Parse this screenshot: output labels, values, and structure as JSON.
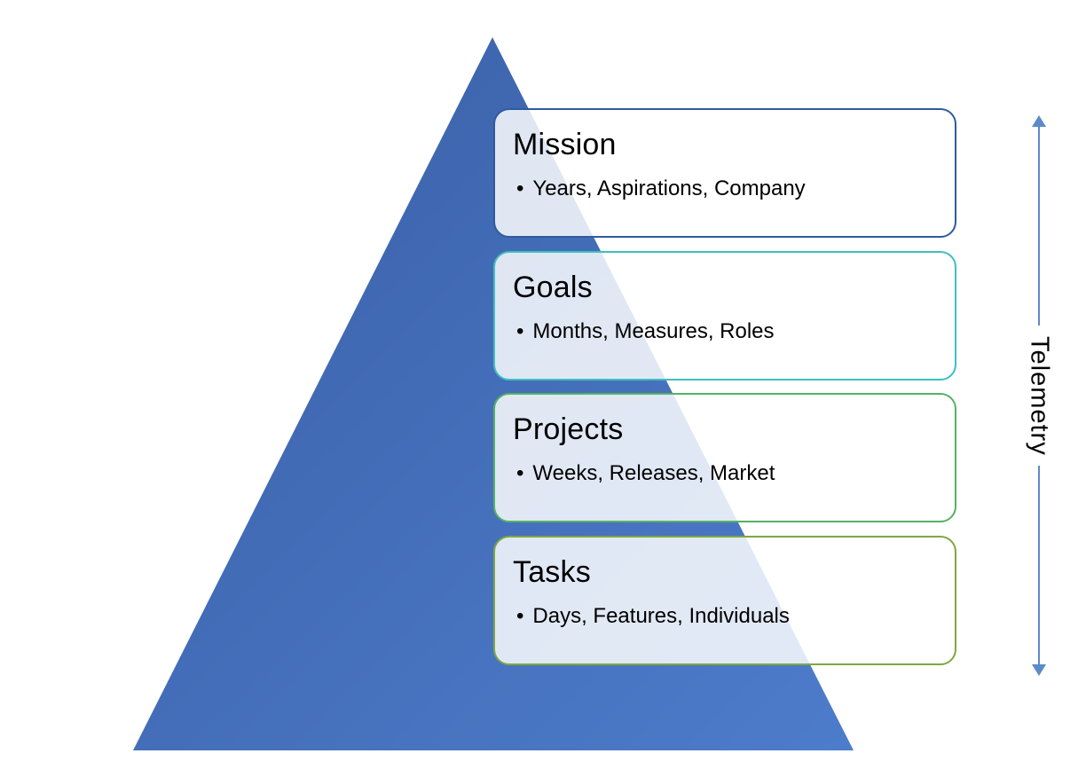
{
  "diagram": {
    "title": "strategy-pyramid",
    "levels": [
      {
        "title": "Mission",
        "bullet": "Years, Aspirations, Company",
        "border_color": "#2e5b9f"
      },
      {
        "title": "Goals",
        "bullet": "Months, Measures, Roles",
        "border_color": "#3fbfc0"
      },
      {
        "title": "Projects",
        "bullet": "Weeks, Releases, Market",
        "border_color": "#55b261"
      },
      {
        "title": "Tasks",
        "bullet": "Days, Features, Individuals",
        "border_color": "#7ea83f"
      }
    ],
    "pyramid": {
      "gradient_start": "#3a5fa6",
      "gradient_end": "#4d7ccb"
    },
    "telemetry": {
      "label": "Telemetry",
      "arrow_color": "#5b8bc9"
    }
  }
}
